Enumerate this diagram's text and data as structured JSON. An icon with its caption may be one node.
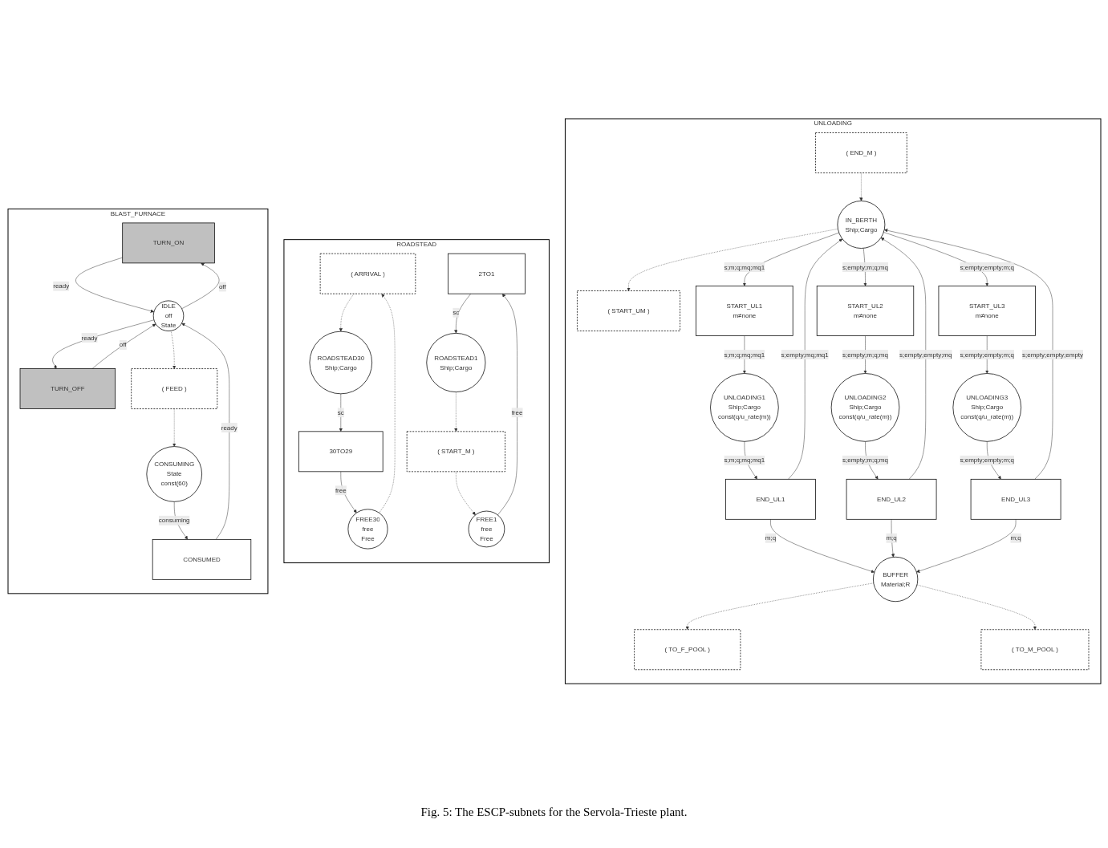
{
  "diagram": {
    "caption": "Fig. 5: The ESCP-subnets for the Servola-Trieste plant.",
    "nodes": [
      {
        "text": [
          "UNLOADING"
        ]
      },
      {
        "text": [
          "( END_M )"
        ],
        "in": 0
      },
      {
        "text": [
          "IN_BERTH",
          "Ship;Cargo"
        ],
        "in": 0
      },
      {
        "text": [
          "( START_UM )"
        ],
        "in": 0
      },
      {
        "text": [
          "START_UL1",
          "m≠none"
        ],
        "in": 0
      },
      {
        "text": [
          "UNLOADING1",
          "Ship;Cargo",
          "const(q/u_rate(m))"
        ],
        "in": 0
      },
      {
        "text": [
          "END_UL1"
        ],
        "in": 0
      },
      {
        "text": [
          "START_UL2",
          "m≠none"
        ],
        "in": 0
      },
      {
        "text": [
          "UNLOADING2",
          "Ship;Cargo",
          "const(q/u_rate(m))"
        ],
        "in": 0
      },
      {
        "text": [
          "END_UL2"
        ],
        "in": 0
      },
      {
        "text": [
          "START_UL3",
          "m≠none"
        ],
        "in": 0
      },
      {
        "text": [
          "UNLOADING3",
          "Ship;Cargo",
          "const(q/u_rate(m))"
        ],
        "in": 0
      },
      {
        "text": [
          "END_UL3"
        ],
        "in": 0
      },
      {
        "text": [
          "BUFFER",
          "Material;R"
        ],
        "in": 0
      },
      {
        "text": [
          "( TO_F_POOL )"
        ],
        "in": 0
      },
      {
        "text": [
          "( TO_M_POOL )"
        ],
        "in": 0
      },
      {
        "text": [
          "ROADSTEAD"
        ]
      },
      {
        "text": [
          "( ARRIVAL )"
        ],
        "in": 16
      },
      {
        "text": [
          "ROADSTEAD30",
          "Ship;Cargo"
        ],
        "in": 16
      },
      {
        "text": [
          "FREE30",
          "free",
          "Free"
        ],
        "in": 16
      },
      {
        "text": [
          "30TO29"
        ],
        "in": 16
      },
      {
        "text": [
          "2TO1"
        ],
        "in": 16
      },
      {
        "text": [
          "ROADSTEAD1",
          "Ship;Cargo"
        ],
        "in": 16
      },
      {
        "text": [
          "FREE1",
          "free",
          "Free"
        ],
        "in": 16
      },
      {
        "text": [
          "( START_M )"
        ],
        "in": 16
      },
      {
        "text": [
          "BLAST_FURNACE"
        ]
      },
      {
        "text": [
          "TURN_ON"
        ],
        "in": 25
      },
      {
        "text": [
          "IDLE",
          "off",
          "State"
        ],
        "in": 25
      },
      {
        "text": [
          "TURN_OFF"
        ],
        "in": 25
      },
      {
        "text": [
          "( FEED )"
        ],
        "in": 25
      },
      {
        "text": [
          "CONSUMED"
        ],
        "in": 25
      },
      {
        "text": [
          "CONSUMING",
          "State",
          "const(60)"
        ],
        "in": 25
      }
    ],
    "edges": [
      {
        "from": 1,
        "to": 2,
        "arrow": "to",
        "style": "dashed"
      },
      {
        "from": 2,
        "to": 3,
        "arrow": "to",
        "style": "dashed"
      },
      {
        "from": 2,
        "to": 4,
        "arrow": "to",
        "label": "s;m;q;mq;mq1"
      },
      {
        "from": 2,
        "to": 7,
        "arrow": "to",
        "label": "s;empty;m;q;mq"
      },
      {
        "from": 2,
        "to": 10,
        "arrow": "to",
        "label": "s;empty;empty;m;q"
      },
      {
        "from": 4,
        "to": 5,
        "arrow": "to",
        "label": "s;m;q;mq;mq1"
      },
      {
        "from": 5,
        "to": 6,
        "arrow": "to",
        "label": "s;m;q;mq;mq1"
      },
      {
        "from": 6,
        "to": 2,
        "arrow": "to",
        "label": "s;empty;mq;mq1"
      },
      {
        "from": 6,
        "to": 13,
        "arrow": "to",
        "label": "m;q"
      },
      {
        "from": 7,
        "to": 8,
        "arrow": "to",
        "label": "s;empty;m;q;mq"
      },
      {
        "from": 8,
        "to": 9,
        "arrow": "to",
        "label": "s;empty;m;q;mq"
      },
      {
        "from": 9,
        "to": 2,
        "arrow": "to",
        "label": "s;empty;empty;mq"
      },
      {
        "from": 9,
        "to": 13,
        "arrow": "to",
        "label": "m;q"
      },
      {
        "from": 10,
        "to": 11,
        "arrow": "to",
        "label": "s;empty;empty;m;q"
      },
      {
        "from": 11,
        "to": 12,
        "arrow": "to",
        "label": "s;empty;empty;m;q"
      },
      {
        "from": 12,
        "to": 2,
        "arrow": "to",
        "label": "s;empty;empty;empty"
      },
      {
        "from": 12,
        "to": 13,
        "arrow": "to",
        "label": "m;q"
      },
      {
        "from": 13,
        "to": 14,
        "arrow": "to",
        "style": "dashed"
      },
      {
        "from": 13,
        "to": 15,
        "arrow": "to",
        "style": "dashed"
      },
      {
        "from": 17,
        "to": 18,
        "arrow": "to",
        "style": "dashed"
      },
      {
        "from": 19,
        "to": 17,
        "arrow": "to",
        "style": "dashed"
      },
      {
        "from": 18,
        "to": 20,
        "arrow": "to",
        "label": "sc"
      },
      {
        "from": 20,
        "to": 19,
        "arrow": "to",
        "label": "free"
      },
      {
        "from": 21,
        "to": 22,
        "arrow": "to",
        "label": "sc"
      },
      {
        "from": 23,
        "to": 21,
        "arrow": "to",
        "label": "free"
      },
      {
        "from": 22,
        "to": 24,
        "arrow": "to",
        "style": "dashed"
      },
      {
        "from": 24,
        "to": 23,
        "arrow": "to",
        "style": "dashed"
      },
      {
        "from": 27,
        "to": 26,
        "arrow": "to",
        "label": "off"
      },
      {
        "from": 26,
        "to": 27,
        "arrow": "to",
        "label": "ready"
      },
      {
        "from": 27,
        "to": 28,
        "arrow": "to",
        "label": "ready"
      },
      {
        "from": 28,
        "to": 27,
        "arrow": "to",
        "label": "off"
      },
      {
        "from": 27,
        "to": 29,
        "arrow": "to",
        "style": "dashed"
      },
      {
        "from": 29,
        "to": 31,
        "arrow": "to",
        "style": "dashed"
      },
      {
        "from": 31,
        "to": 30,
        "arrow": "to",
        "label": "consuming"
      },
      {
        "from": 30,
        "to": 27,
        "arrow": "to",
        "label": "ready"
      }
    ]
  }
}
